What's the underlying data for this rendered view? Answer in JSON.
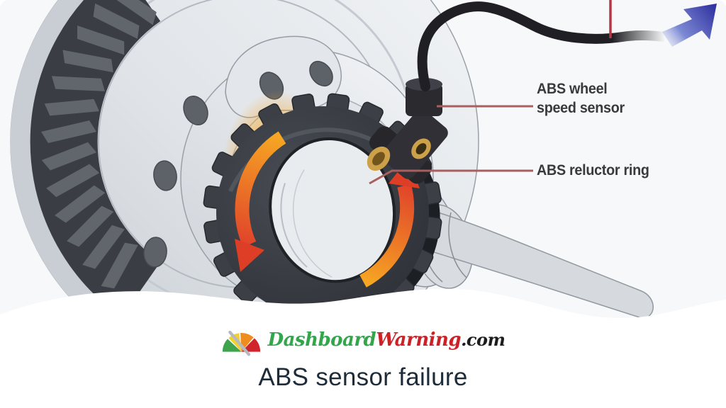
{
  "illustration": {
    "background": "#f7f8fa",
    "pointer_line_color": "#a85f5f",
    "top_pointer_line_color": "#b23846",
    "callouts": {
      "wheel_speed_sensor": {
        "line1": "ABS wheel",
        "line2": "speed sensor"
      },
      "reluctor_ring": {
        "label": "ABS reluctor ring"
      }
    },
    "icons": [
      "brake-disc-icon",
      "hub-flange-icon",
      "abs-reluctor-ring-icon",
      "abs-wheel-speed-sensor-icon",
      "sensor-cable-icon",
      "rotation-arrow-left-icon",
      "rotation-arrow-right-icon",
      "direction-arrow-blue-icon",
      "wave-divider"
    ],
    "colors": {
      "disc_face": "#e3e6ea",
      "disc_rim_dark": "#3a3d43",
      "reluctor_ring": "#3c4046",
      "rotation_arrow_orange": "#f6a623",
      "rotation_arrow_red": "#de3d26",
      "sensor_body": "#2c2c31",
      "sensor_brass": "#cda04a",
      "cable": "#202024",
      "direction_arrow_blue": "#2b2d9d"
    }
  },
  "footer": {
    "logo": {
      "gauge_icon": "speedometer-gauge-icon",
      "gauge_colors": {
        "green": "#3fa34d",
        "yellow": "#f2d22e",
        "orange": "#ef8c1f",
        "red": "#d0232b",
        "needle": "#b4bac0"
      },
      "brand_part1": "Dashboard",
      "brand_part2": "Warning",
      "brand_suffix": ".com",
      "brand_part1_color": "#33a64c",
      "brand_part2_color": "#cc2127",
      "brand_suffix_color": "#1d1d1d"
    },
    "title": "ABS sensor failure",
    "title_color": "#1e2c3a"
  }
}
